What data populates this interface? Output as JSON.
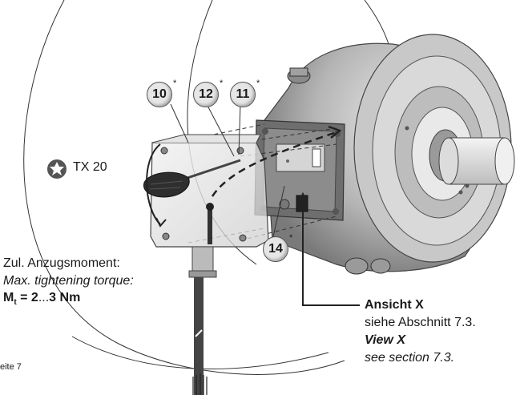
{
  "callouts": [
    {
      "number": "10",
      "mark": "*"
    },
    {
      "number": "12",
      "mark": "*"
    },
    {
      "number": "11",
      "mark": "*"
    },
    {
      "number": "14",
      "mark": "*"
    }
  ],
  "tool_label": "TX 20",
  "torque": {
    "de": "Zul. Anzugsmoment:",
    "en": "Max. tightening torque:",
    "symbol": "M",
    "subscript": "t",
    "value_a": "2",
    "value_b": "3",
    "value_sep": "...",
    "unit": "Nm"
  },
  "view_note": {
    "title_de": "Ansicht X",
    "ref_de": "siehe Abschnitt 7.3.",
    "title_en": "View X",
    "ref_en": "see section 7.3."
  },
  "page_footer": "eite 7"
}
